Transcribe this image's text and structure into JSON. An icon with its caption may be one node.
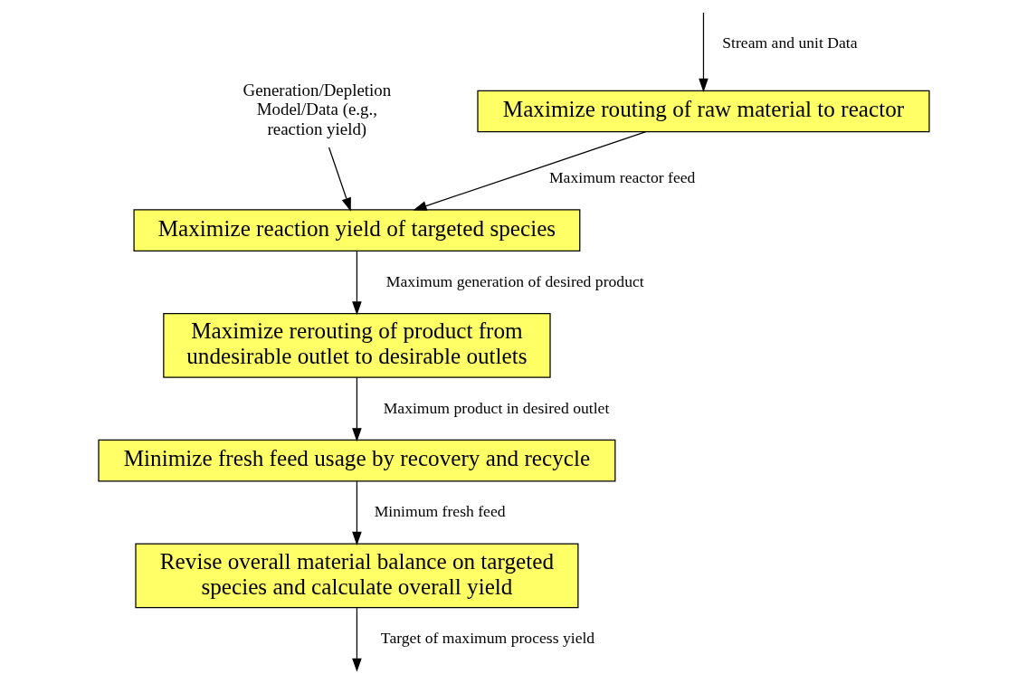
{
  "diagram": {
    "nodes": [
      {
        "text": [
          "Generation/Depletion Model/Data (e.g., reaction yield)"
        ]
      },
      {
        "text": [
          "Maximize routing of raw material to reactor"
        ]
      },
      {
        "text": [
          "Maximize reaction yield of targeted species"
        ]
      },
      {
        "text": [
          "Maximize rerouting of product from undesirable outlet to desirable outlets"
        ]
      },
      {
        "text": [
          "Minimize fresh feed usage by recovery and recycle"
        ]
      },
      {
        "text": [
          "Revise overall material balance on targeted species and calculate overall yield"
        ]
      }
    ],
    "edges": [
      {
        "from": null,
        "to": 1,
        "arrow": "to",
        "label": "Stream and unit Data"
      },
      {
        "from": 0,
        "to": 2,
        "arrow": "to"
      },
      {
        "from": 1,
        "to": 2,
        "arrow": "to",
        "label": "Maximum reactor feed"
      },
      {
        "from": 2,
        "to": 3,
        "arrow": "to",
        "label": "Maximum generation of desired product"
      },
      {
        "from": 3,
        "to": 4,
        "arrow": "to",
        "label": "Maximum product in desired outlet"
      },
      {
        "from": 4,
        "to": 5,
        "arrow": "to",
        "label": "Minimum fresh feed"
      },
      {
        "from": 5,
        "to": null,
        "arrow": "to",
        "label": "Target of maximum process yield"
      }
    ]
  }
}
